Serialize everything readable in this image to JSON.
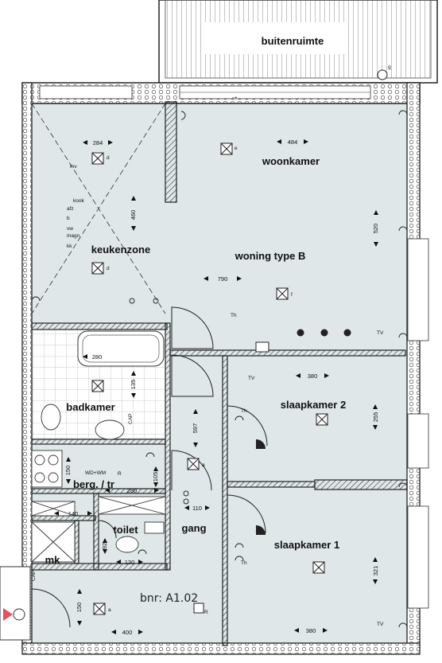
{
  "rooms": {
    "outdoor": "buitenruimte",
    "living": "woonkamer",
    "kitchen": "keukenzone",
    "plan_type": "woning type B",
    "bathroom": "badkamer",
    "storage": "berg. / tr",
    "toilet": "toilet",
    "hall": "gang",
    "meter": "mk",
    "bedroom2": "slaapkamer 2",
    "bedroom1": "slaapkamer 1"
  },
  "dimensions": {
    "kitchen_w": "284",
    "kitchen_h": "460",
    "living_w": "484",
    "living_h": "520",
    "overall_w": "790",
    "bath_tub": "280",
    "bath_h": "135",
    "hall_h": "597",
    "bed2_w": "380",
    "bed2_h": "255",
    "store_h": "150",
    "store_h2": "105",
    "store_w": "280",
    "mk_w": "140",
    "hall_w": "110",
    "toilet_h": "92",
    "toilet_w": "130",
    "bed1_w": "380",
    "bed1_h": "321",
    "entry_h": "150",
    "entry_w": "400"
  },
  "labels": {
    "unit_number": "bnr: A1.02",
    "washer": "WD+WM",
    "arrow": "→",
    "kitchen_list": [
      "mv",
      "kook",
      "afz",
      "b",
      "vw",
      "magn",
      "kk"
    ],
    "tags": {
      "d": "d",
      "e": "e",
      "f": "f",
      "a": "a",
      "g": "g",
      "r": "R",
      "th": "Th",
      "tv": "TV",
      "cap": "CAP"
    }
  },
  "colors": {
    "floor": "#dfe7e8",
    "outdoor": "#ffffff",
    "wall": "#2a2a2a",
    "accent": "#e8505b"
  }
}
